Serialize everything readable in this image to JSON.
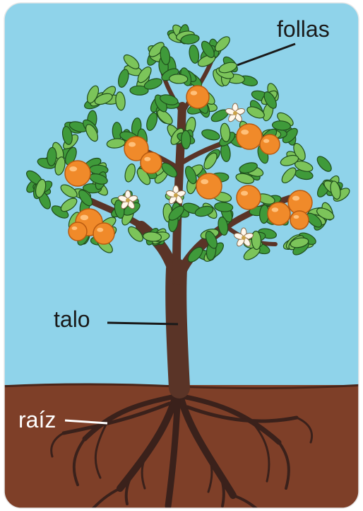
{
  "labels": {
    "leaves": "follas",
    "stem": "talo",
    "root": "raíz"
  },
  "colors": {
    "sky": "#8fd3ea",
    "soil": "#7e3f28",
    "trunk": "#5a3427",
    "leaf": "#3f9a3a",
    "leaf_light": "#7cc45a",
    "orange": "#f08a2a",
    "label_text": "#1a1a1a",
    "root_label_text": "#ffffff"
  }
}
